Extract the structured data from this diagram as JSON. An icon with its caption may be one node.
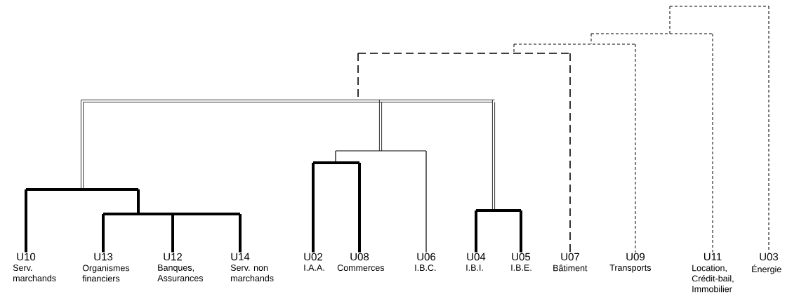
{
  "diagram": {
    "nodes": [
      {
        "text": [
          "U10",
          "Serv. marchands"
        ]
      },
      {
        "text": [
          "U13",
          "Organismes financiers"
        ]
      },
      {
        "text": [
          "U12",
          "Banques, Assurances"
        ]
      },
      {
        "text": [
          "U14",
          "Serv. non marchands"
        ]
      },
      {
        "text": [
          "U02",
          "I.A.A."
        ]
      },
      {
        "text": [
          "U08",
          "Commerces"
        ]
      },
      {
        "text": [
          "U06",
          "I.B.C."
        ]
      },
      {
        "text": [
          "U04",
          "I.B.I."
        ]
      },
      {
        "text": [
          "U05",
          "I.B.E."
        ]
      },
      {
        "text": [
          "U07",
          "Bâtiment"
        ]
      },
      {
        "text": [
          "U09",
          "Transports"
        ]
      },
      {
        "text": [
          "U11",
          "Location, Crédit-bail, Immobilier"
        ]
      },
      {
        "text": [
          "U03",
          "Énergie"
        ]
      },
      {
        "text": [],
        "shape": "bar"
      },
      {
        "text": [],
        "shape": "bar"
      },
      {
        "text": [],
        "shape": "bar"
      },
      {
        "text": [],
        "shape": "bar"
      },
      {
        "text": [],
        "shape": "bar"
      },
      {
        "text": [],
        "shape": "bar"
      },
      {
        "text": [],
        "shape": "bar"
      },
      {
        "text": [],
        "shape": "bar"
      },
      {
        "text": [],
        "shape": "bar"
      },
      {
        "text": [],
        "shape": "bar"
      }
    ],
    "edges": [
      {
        "from": 13,
        "to": 14,
        "arrow": "none",
        "style": "dashed"
      },
      {
        "from": 13,
        "to": 12,
        "arrow": "none",
        "style": "dashed"
      },
      {
        "from": 14,
        "to": 15,
        "arrow": "none",
        "style": "dashed"
      },
      {
        "from": 14,
        "to": 11,
        "arrow": "none",
        "style": "dashed"
      },
      {
        "from": 15,
        "to": 16,
        "arrow": "none",
        "style": "dashed"
      },
      {
        "from": 15,
        "to": 10,
        "arrow": "none",
        "style": "dashed"
      },
      {
        "from": 16,
        "to": 17,
        "arrow": "none",
        "style": "dashed"
      },
      {
        "from": 16,
        "to": 9,
        "arrow": "none",
        "style": "dashed"
      },
      {
        "from": 17,
        "to": 20,
        "arrow": "none"
      },
      {
        "from": 17,
        "to": 18,
        "arrow": "none"
      },
      {
        "from": 17,
        "to": 21,
        "arrow": "none"
      },
      {
        "from": 18,
        "to": 19,
        "arrow": "none"
      },
      {
        "from": 18,
        "to": 6,
        "arrow": "none"
      },
      {
        "from": 19,
        "to": 4,
        "arrow": "none",
        "style": "thick"
      },
      {
        "from": 19,
        "to": 5,
        "arrow": "none",
        "style": "thick"
      },
      {
        "from": 20,
        "to": 0,
        "arrow": "none",
        "style": "thick"
      },
      {
        "from": 20,
        "to": 22,
        "arrow": "none",
        "style": "thick"
      },
      {
        "from": 21,
        "to": 7,
        "arrow": "none",
        "style": "thick"
      },
      {
        "from": 21,
        "to": 8,
        "arrow": "none",
        "style": "thick"
      },
      {
        "from": 22,
        "to": 1,
        "arrow": "none",
        "style": "thick"
      },
      {
        "from": 22,
        "to": 2,
        "arrow": "none",
        "style": "thick"
      },
      {
        "from": 22,
        "to": 3,
        "arrow": "none",
        "style": "thick"
      }
    ]
  }
}
